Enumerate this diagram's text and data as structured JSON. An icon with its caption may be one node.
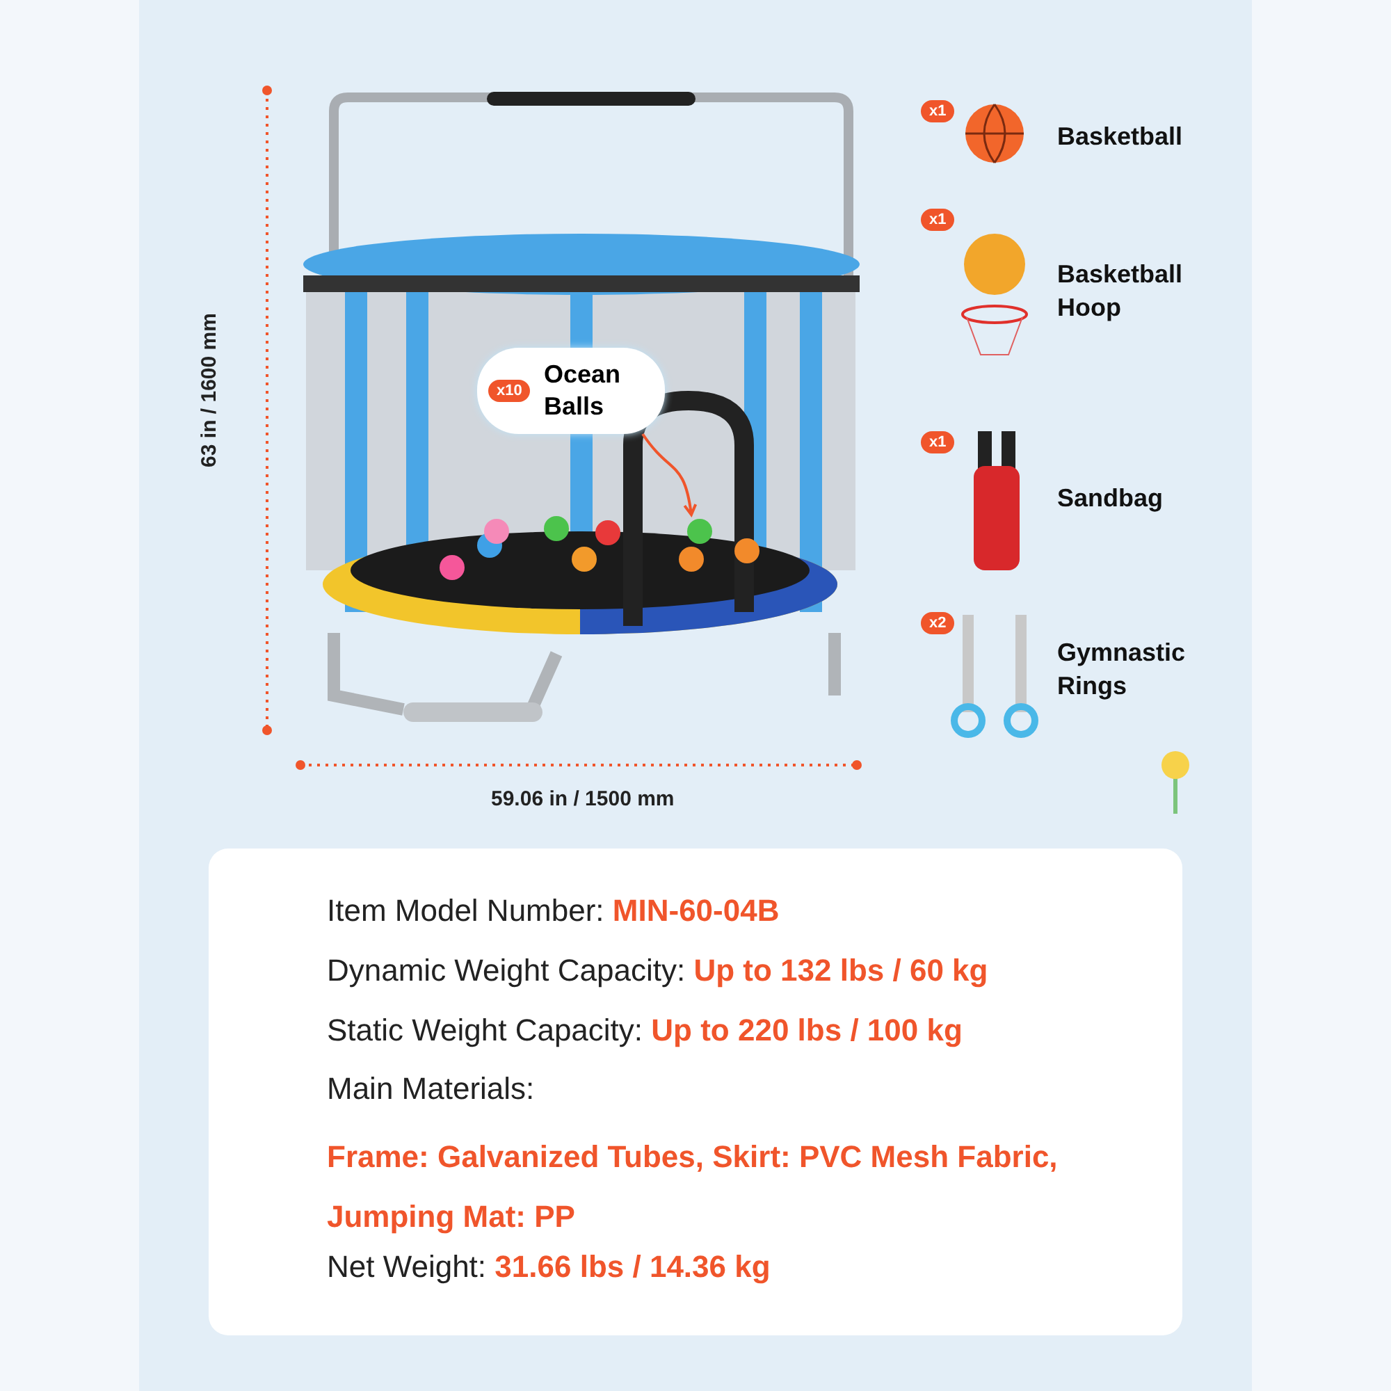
{
  "diagram": {
    "nodes": [
      {
        "text": [
          "x10",
          "Ocean Balls"
        ]
      },
      {
        "text": [],
        "shape": "picture"
      }
    ],
    "edges": [
      {
        "from": 0,
        "to": 1,
        "arrow": "to"
      }
    ],
    "labels": [
      "63 in / 1600 mm",
      "x1",
      "Basketball",
      "x1",
      "Basketball Hoop",
      "x1",
      "Sandbag",
      "x2",
      "Gymnastic Rings",
      "59.06 in / 1500 mm",
      "Item Model Number:",
      "MIN-60-04B",
      "Dynamic Weight Capacity:",
      "Up to 132 lbs / 60 kg",
      "Static Weight Capacity:",
      "Up to 220 lbs / 100 kg",
      "Main Materials:",
      "Frame: Galvanized Tubes, Skirt: PVC Mesh Fabric, Jumping Mat: PP",
      "Net Weight:",
      "31.66 lbs / 14.36 kg"
    ]
  }
}
